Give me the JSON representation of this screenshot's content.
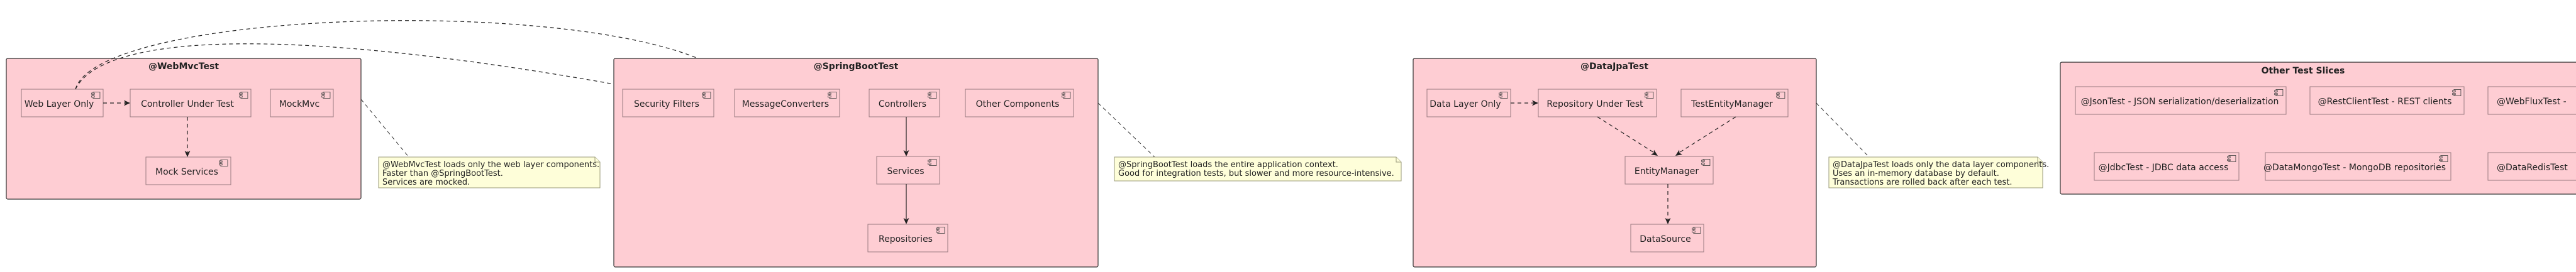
{
  "packages": {
    "webmvc": {
      "title": "@WebMvcTest",
      "components": {
        "web_layer": "Web Layer Only",
        "controller_under_test": "Controller Under Test",
        "mockmvc": "MockMvc",
        "mock_services": "Mock Services"
      }
    },
    "springboot": {
      "title": "@SpringBootTest",
      "components": {
        "security_filters": "Security Filters",
        "message_converters": "MessageConverters",
        "controllers": "Controllers",
        "other_components": "Other Components",
        "services": "Services",
        "repositories": "Repositories"
      }
    },
    "datajpa": {
      "title": "@DataJpaTest",
      "components": {
        "data_layer": "Data Layer Only",
        "repository_under_test": "Repository Under Test",
        "test_entity_manager": "TestEntityManager",
        "entity_manager": "EntityManager",
        "datasource": "DataSource"
      }
    },
    "other": {
      "title": "Other Test Slices",
      "components": {
        "jsontest": "@JsonTest - JSON serialization/deserialization",
        "restclienttest": "@RestClientTest - REST clients",
        "webfluxtest": "@WebFluxTest - ",
        "jdbctest": "@JdbcTest - JDBC data access",
        "datamongotest": "@DataMongoTest - MongoDB repositories",
        "dataredistest": "@DataRedisTest"
      }
    }
  },
  "notes": {
    "webmvc": [
      "@WebMvcTest loads only the web layer components.",
      "Faster than @SpringBootTest.",
      "Services are mocked."
    ],
    "springboot": [
      "@SpringBootTest loads the entire application context.",
      "Good for integration tests, but slower and more resource-intensive."
    ],
    "datajpa": [
      "@DataJpaTest loads only the data layer components.",
      "Uses an in-memory database by default.",
      "Transactions are rolled back after each test."
    ]
  }
}
